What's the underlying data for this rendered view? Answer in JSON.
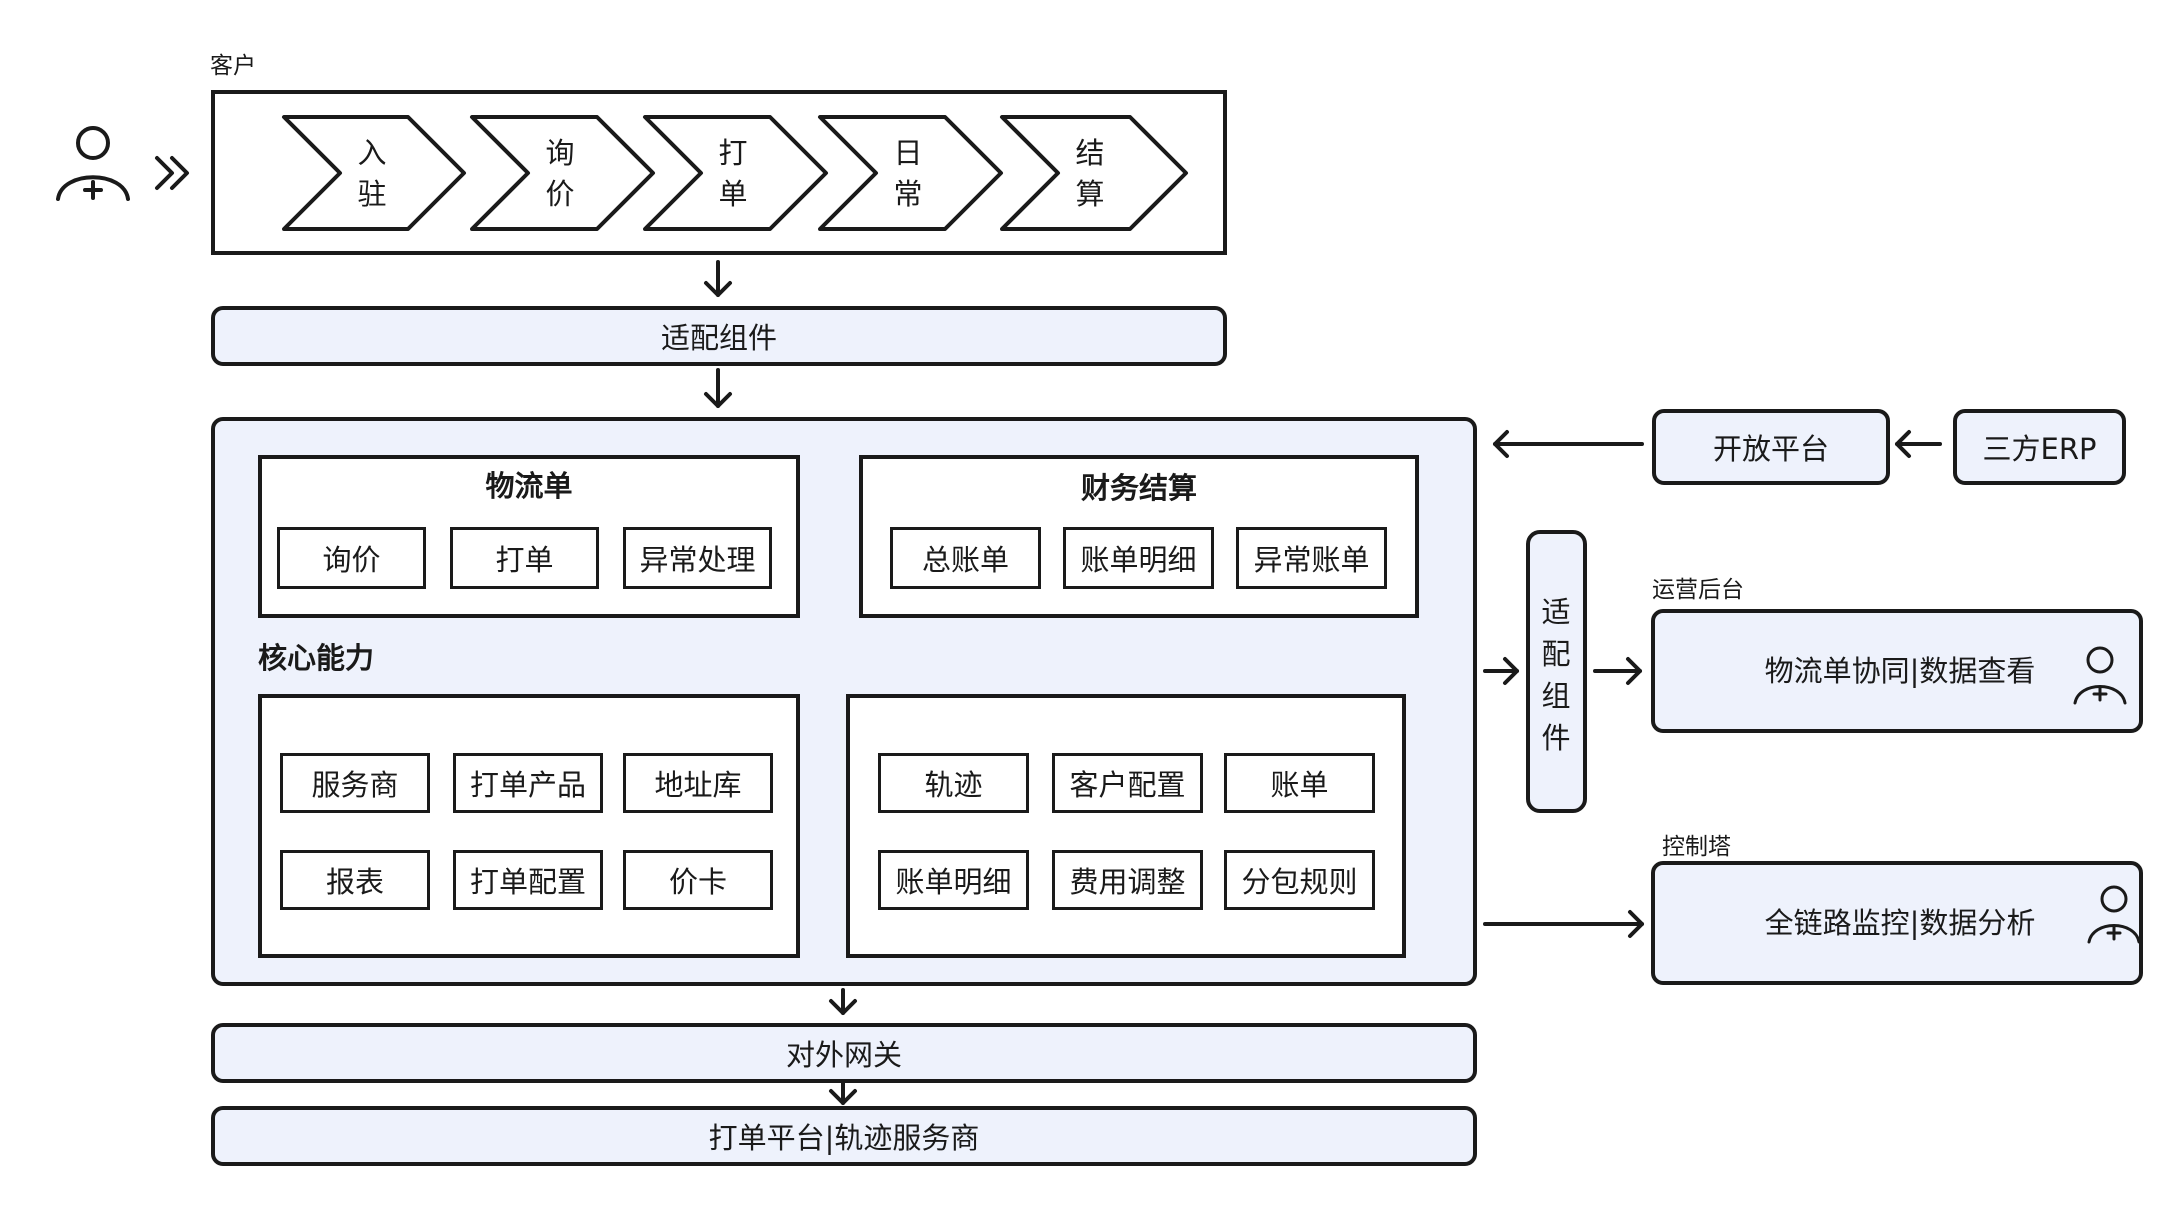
{
  "customer": {
    "label": "客户",
    "steps": [
      {
        "line1": "入",
        "line2": "驻"
      },
      {
        "line1": "询",
        "line2": "价"
      },
      {
        "line1": "打",
        "line2": "单"
      },
      {
        "line1": "日",
        "line2": "常"
      },
      {
        "line1": "结",
        "line2": "算"
      }
    ]
  },
  "adapter_top": "适配组件",
  "core": {
    "label": "核心能力",
    "logistics": {
      "title": "物流单",
      "items": [
        "询价",
        "打单",
        "异常处理"
      ]
    },
    "finance": {
      "title": "财务结算",
      "items": [
        "总账单",
        "账单明细",
        "异常账单"
      ]
    },
    "left_grid": [
      "服务商",
      "打单产品",
      "地址库",
      "报表",
      "打单配置",
      "价卡"
    ],
    "right_grid": [
      "轨迹",
      "客户配置",
      "账单",
      "账单明细",
      "费用调整",
      "分包规则"
    ]
  },
  "open_platform": "开放平台",
  "third_erp": "三方ERP",
  "adapter_side": [
    "适",
    "配",
    "组",
    "件"
  ],
  "ops": {
    "label": "运营后台",
    "text": "物流单协同|数据查看"
  },
  "control": {
    "label": "控制塔",
    "text": "全链路监控|数据分析"
  },
  "gateway": "对外网关",
  "bottom": "打单平台|轨迹服务商",
  "colors": {
    "fill": "#eef2fc",
    "stroke": "#1a1a1a"
  }
}
